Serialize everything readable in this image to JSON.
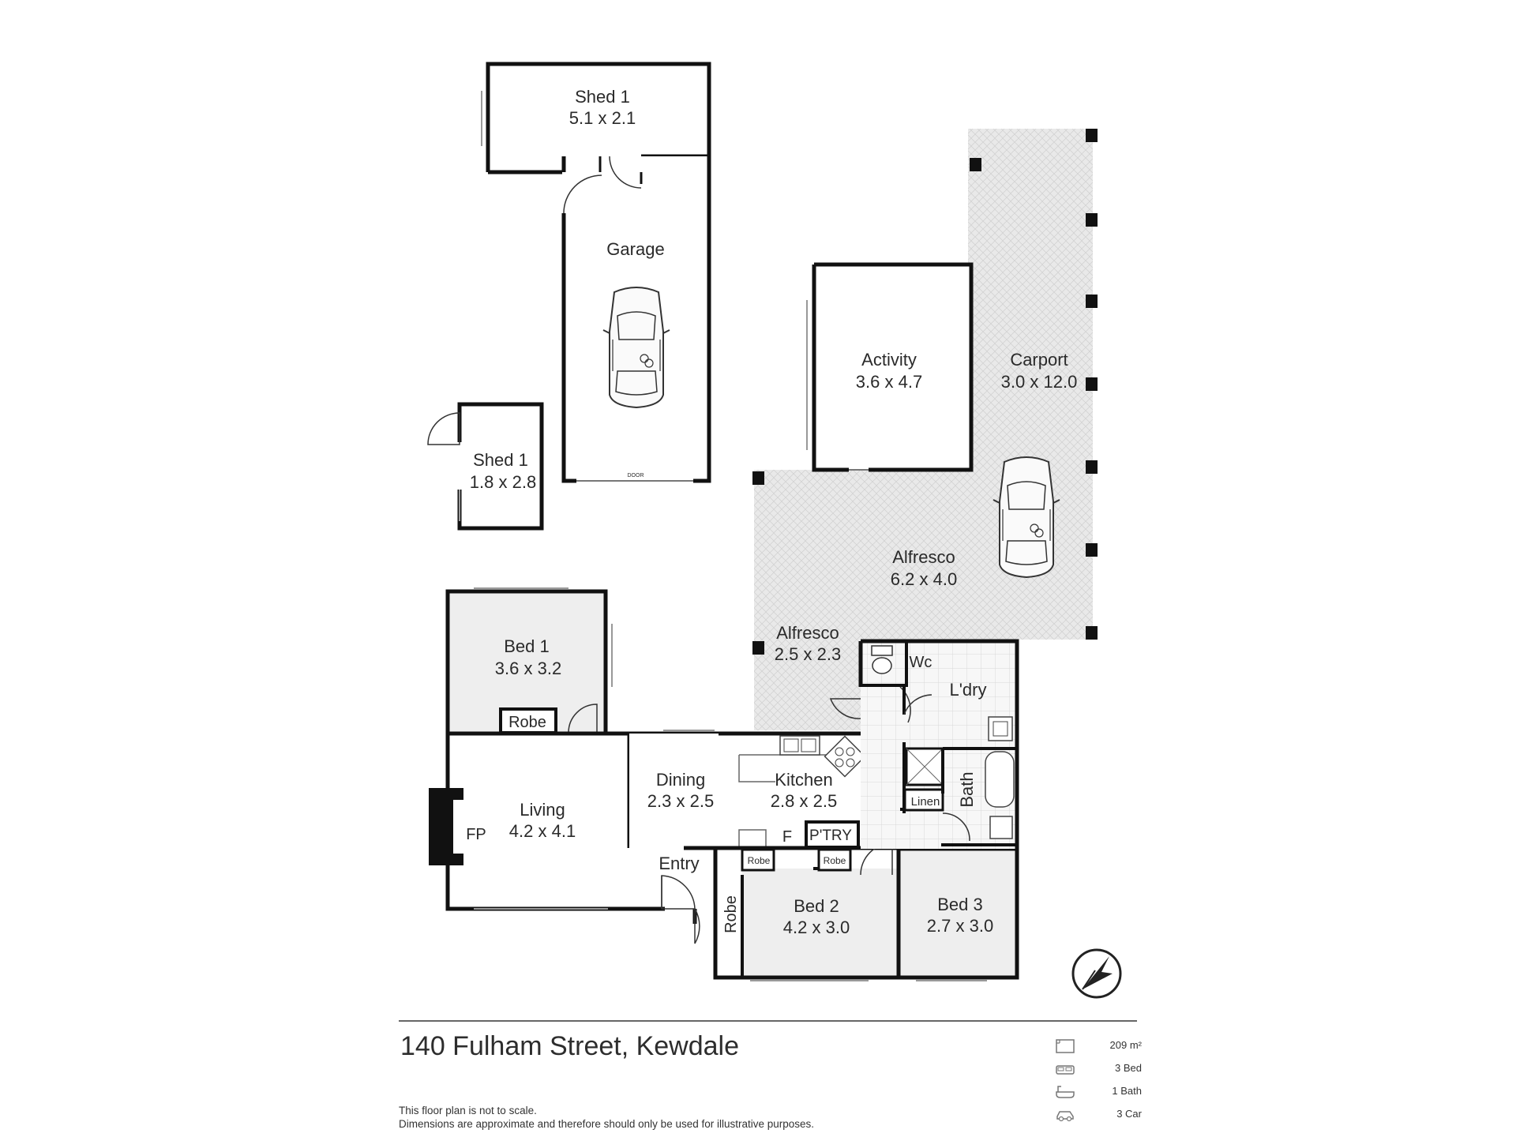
{
  "rooms": {
    "shed1_top": {
      "name": "Shed 1",
      "dims": "5.1 x 2.1"
    },
    "garage": {
      "name": "Garage"
    },
    "shed1_left": {
      "name": "Shed 1",
      "dims": "1.8 x 2.8"
    },
    "activity": {
      "name": "Activity",
      "dims": "3.6 x 4.7"
    },
    "carport": {
      "name": "Carport",
      "dims": "3.0 x 12.0"
    },
    "alfresco_main": {
      "name": "Alfresco",
      "dims": "6.2 x 4.0"
    },
    "alfresco_small": {
      "name": "Alfresco",
      "dims": "2.5 x 2.3"
    },
    "bed1": {
      "name": "Bed 1",
      "dims": "3.6 x 3.2"
    },
    "bed1_robe": {
      "name": "Robe"
    },
    "living": {
      "name": "Living",
      "dims": "4.2 x 4.1"
    },
    "fireplace": {
      "name": "FP"
    },
    "dining": {
      "name": "Dining",
      "dims": "2.3 x 2.5"
    },
    "kitchen": {
      "name": "Kitchen",
      "dims": "2.8 x 2.5"
    },
    "fridge": {
      "name": "F"
    },
    "pantry": {
      "name": "P'TRY"
    },
    "entry": {
      "name": "Entry"
    },
    "bed2": {
      "name": "Bed 2",
      "dims": "4.2 x 3.0"
    },
    "bed2_robe_a": {
      "name": "Robe"
    },
    "bed2_robe_b": {
      "name": "Robe"
    },
    "bed2_robe_c": {
      "name": "Robe"
    },
    "bed3": {
      "name": "Bed 3",
      "dims": "2.7 x 3.0"
    },
    "wc": {
      "name": "Wc"
    },
    "laundry": {
      "name": "L'dry"
    },
    "linen": {
      "name": "Linen"
    },
    "bath": {
      "name": "Bath"
    }
  },
  "garage_door_label": "DOOR",
  "footer": {
    "address": "140 Fulham Street, Kewdale",
    "disclaimer_line1": "This floor plan is not to scale.",
    "disclaimer_line2": "Dimensions are approximate and therefore should only be used for illustrative purposes."
  },
  "stats": {
    "area": "209 m²",
    "bed": "3 Bed",
    "bath": "1 Bath",
    "car": "3 Car"
  },
  "icons": [
    "compass-icon",
    "area-icon",
    "bed-icon",
    "bath-icon",
    "car-icon",
    "car-topview-icon",
    "door-swing-icon"
  ],
  "colors": {
    "wall": "#111111",
    "room_fill": "#eeeeee",
    "paving": "#e6e6e6",
    "paving_line": "#cfcfcf",
    "text": "#2a2a2a"
  }
}
